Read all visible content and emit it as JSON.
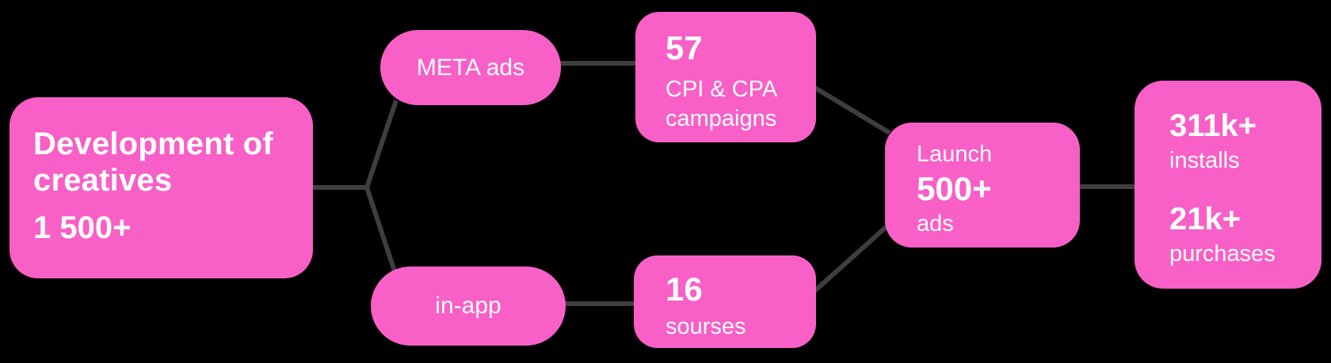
{
  "colors": {
    "background": "#000000",
    "node_fill": "#f85fc7",
    "connector": "#3e3e3e",
    "text": "#ffffff"
  },
  "nodes": {
    "development": {
      "title": "Development of creatives",
      "value": "1 500+"
    },
    "meta_ads": {
      "label": "META ads"
    },
    "in_app": {
      "label": "in-app"
    },
    "campaigns": {
      "value": "57",
      "label": "CPI & CPA campaigns"
    },
    "sources": {
      "value": "16",
      "label": "sourses"
    },
    "launch": {
      "label_top": "Launch",
      "value": "500+",
      "label_bottom": "ads"
    },
    "results": {
      "installs": {
        "value": "311k+",
        "label": "installs"
      },
      "purchases": {
        "value": "21k+",
        "label": "purchases"
      }
    }
  }
}
